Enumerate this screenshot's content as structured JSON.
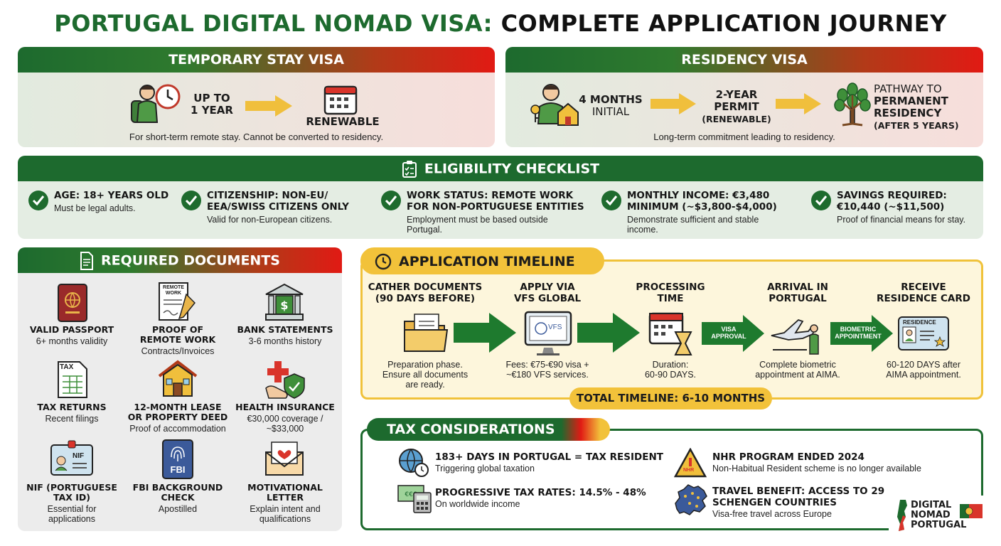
{
  "title": {
    "part1": "PORTUGAL DIGITAL NOMAD VISA:",
    "part2": "COMPLETE APPLICATION JOURNEY"
  },
  "temporary": {
    "header": "TEMPORARY STAY VISA",
    "duration_line1": "UP TO",
    "duration_line2": "1 YEAR",
    "renewable": "RENEWABLE",
    "caption": "For short-term remote stay. Cannot be converted to residency."
  },
  "residency": {
    "header": "RESIDENCY VISA",
    "initial_line1": "4 MONTHS",
    "initial_line2": "INITIAL",
    "permit_line1": "2-YEAR",
    "permit_line2": "PERMIT",
    "permit_line3": "(RENEWABLE)",
    "pathway_line1": "PATHWAY TO",
    "pathway_line2": "PERMANENT",
    "pathway_line3": "RESIDENCY",
    "pathway_line4": "(AFTER 5 YEARS)",
    "caption": "Long-term commitment leading to residency."
  },
  "eligibility": {
    "header": "ELIGIBILITY CHECKLIST",
    "items": [
      {
        "title1": "AGE: 18+ YEARS OLD",
        "title2": "",
        "sub1": "Must be legal adults.",
        "sub2": ""
      },
      {
        "title1": "CITIZENSHIP: NON-EU/",
        "title2": "EEA/SWISS CITIZENS ONLY",
        "sub1": "Valid for non-European citizens.",
        "sub2": ""
      },
      {
        "title1": "WORK STATUS: REMOTE WORK",
        "title2": "FOR NON-PORTUGUESE ENTITIES",
        "sub1": "Employment must be based outside",
        "sub2": "Portugal."
      },
      {
        "title1": "MONTHLY INCOME: €3,480",
        "title2": "MINIMUM (~$3,800-$4,000)",
        "sub1": "Demonstrate sufficient and stable",
        "sub2": "income."
      },
      {
        "title1": "SAVINGS REQUIRED:",
        "title2": "€10,440 (~$11,500)",
        "sub1": "Proof of financial means for stay.",
        "sub2": ""
      }
    ]
  },
  "documents": {
    "header": "REQUIRED DOCUMENTS",
    "items": [
      {
        "t1": "VALID PASSPORT",
        "t2": "",
        "s1": "6+ months validity",
        "s2": ""
      },
      {
        "t1": "PROOF OF",
        "t2": "REMOTE WORK",
        "s1": "Contracts/Invoices",
        "s2": ""
      },
      {
        "t1": "BANK STATEMENTS",
        "t2": "",
        "s1": "3-6 months history",
        "s2": ""
      },
      {
        "t1": "TAX RETURNS",
        "t2": "",
        "s1": "Recent filings",
        "s2": ""
      },
      {
        "t1": "12-MONTH LEASE",
        "t2": "OR PROPERTY DEED",
        "s1": "Proof of accommodation",
        "s2": ""
      },
      {
        "t1": "HEALTH INSURANCE",
        "t2": "",
        "s1": "€30,000 coverage /",
        "s2": "~$33,000"
      },
      {
        "t1": "NIF (PORTUGUESE",
        "t2": "TAX ID)",
        "s1": "Essential for",
        "s2": "applications"
      },
      {
        "t1": "FBI BACKGROUND",
        "t2": "CHECK",
        "s1": "Apostilled",
        "s2": ""
      },
      {
        "t1": "MOTIVATIONAL",
        "t2": "LETTER",
        "s1": "Explain intent and",
        "s2": "qualifications"
      }
    ],
    "remote_work_label1": "REMOTE",
    "remote_work_label2": "WORK",
    "tax_label": "TAX",
    "nif_label": "NIF",
    "fbi_label": "FBI"
  },
  "timeline": {
    "header": "APPLICATION TIMELINE",
    "steps": [
      {
        "t1": "CATHER DOCUMENTS",
        "t2": "(90 DAYS BEFORE)",
        "s1": "Preparation phase.",
        "s2": "Ensure all documents",
        "s3": "are ready."
      },
      {
        "t1": "APPLY VIA",
        "t2": "VFS GLOBAL",
        "s1": "Fees: €75-€90 visa +",
        "s2": "~€180 VFS services.",
        "s3": ""
      },
      {
        "t1": "PROCESSING",
        "t2": "TIME",
        "s1": "Duration:",
        "s2": "60-90 DAYS.",
        "s3": ""
      },
      {
        "t1": "ARRIVAL IN",
        "t2": "PORTUGAL",
        "s1": "Complete biometric",
        "s2": "appointment at AIMA.",
        "s3": ""
      },
      {
        "t1": "RECEIVE",
        "t2": "RESIDENCE CARD",
        "s1": "60-120 DAYS after",
        "s2": "AIMA appointment.",
        "s3": ""
      }
    ],
    "vfs_label": "VFS",
    "visa_approval1": "VISA",
    "visa_approval2": "APPROVAL",
    "biometric1": "BIOMETRIC",
    "biometric2": "APPOINTMENT",
    "card_label": "RESIDENCE",
    "total": "TOTAL TIMELINE: 6-10 MONTHS"
  },
  "tax": {
    "header": "TAX CONSIDERATIONS",
    "items": [
      {
        "t": "183+ DAYS IN PORTUGAL = TAX RESIDENT",
        "t2": "",
        "s": "Triggering global taxation"
      },
      {
        "t": "PROGRESSIVE TAX RATES: 14.5% - 48%",
        "t2": "",
        "s": "On worldwide income"
      },
      {
        "t": "NHR PROGRAM ENDED 2024",
        "t2": "",
        "s": "Non-Habitual Resident scheme is no longer available"
      },
      {
        "t": "TRAVEL BENEFIT: ACCESS TO 29",
        "t2": "SCHENGEN COUNTRIES",
        "s": "Visa-free travel across Europe"
      }
    ],
    "nhr_label": "NHR"
  },
  "brand": {
    "line1": "DIGITAL",
    "line2": "NOMAD",
    "line3": "PORTUGAL"
  },
  "colors": {
    "green": "#1d6a2e",
    "red": "#e11a14",
    "yellow": "#f2c23a",
    "arrow_yellow": "#f0bf3c"
  }
}
